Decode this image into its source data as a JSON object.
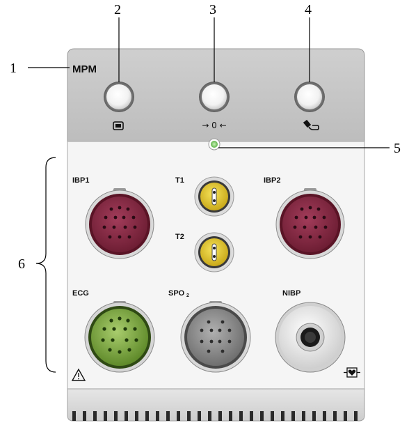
{
  "module": {
    "brand": "MPM",
    "zero_symbol": "→ 0 ←"
  },
  "callouts": [
    "1",
    "2",
    "3",
    "4",
    "5",
    "6"
  ],
  "ports": {
    "ibp1": "IBP1",
    "t1": "T1",
    "t2": "T2",
    "ibp2": "IBP2",
    "ecg": "ECG",
    "spo2": "SPO",
    "spo2_sub": "2",
    "nibp": "NIBP"
  },
  "colors": {
    "top_panel": "#c9c9c9",
    "front_panel": "#f4f4f4",
    "ibp_connector": "#8a2b45",
    "temp_connector": "#e6cc2a",
    "ecg_connector": "#7fa63f",
    "spo2_connector": "#8f8f8f",
    "nibp_connector": "#e8e8e8",
    "indicator_light": "#7ec96a"
  },
  "icons": {
    "button_1": "display-screen-icon",
    "button_2": "zero-icon",
    "button_3": "nibp-cuff-icon",
    "front_left": "warning-triangle-icon",
    "front_right": "defibrillation-proof-heart-icon"
  }
}
